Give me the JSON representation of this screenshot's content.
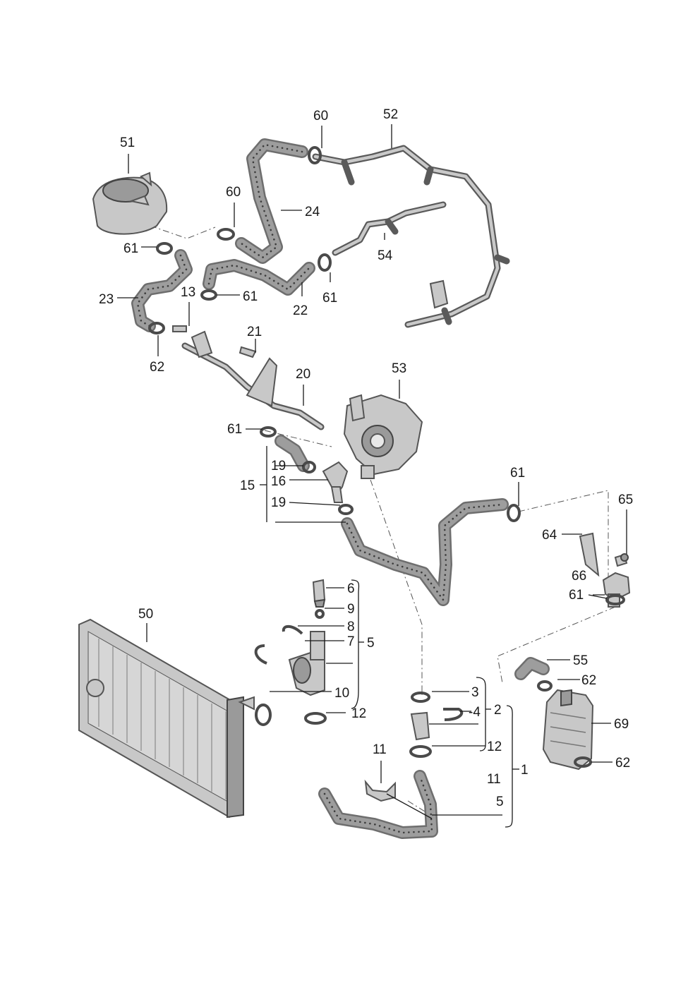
{
  "callouts": {
    "c1": "1",
    "c2": "2",
    "c3": "3",
    "c4": "-4",
    "c5a": "5",
    "c5b": "5",
    "c6": "6",
    "c7": "7",
    "c8": "8",
    "c9": "9",
    "c10": "10",
    "c11a": "11",
    "c11b": "11",
    "c12a": "12",
    "c12b": "12",
    "c13": "13",
    "c15": "15",
    "c16": "16",
    "c19a": "19",
    "c19b": "19",
    "c20": "20",
    "c21": "21",
    "c22": "22",
    "c23": "23",
    "c24": "24",
    "c50": "50",
    "c51": "51",
    "c52": "52",
    "c53": "53",
    "c54": "54",
    "c55": "55",
    "c60a": "60",
    "c60b": "60",
    "c61a": "61",
    "c61b": "61",
    "c61c": "61",
    "c61d": "61",
    "c61e": "61",
    "c61f": "61",
    "c62a": "62",
    "c62b": "62",
    "c62c": "62",
    "c64": "64",
    "c65": "65",
    "c66": "66",
    "c69": "69"
  },
  "colors": {
    "line": "#1a1a1a",
    "hose": "#6e6e6e",
    "part_fill": "#c8c8c8"
  }
}
